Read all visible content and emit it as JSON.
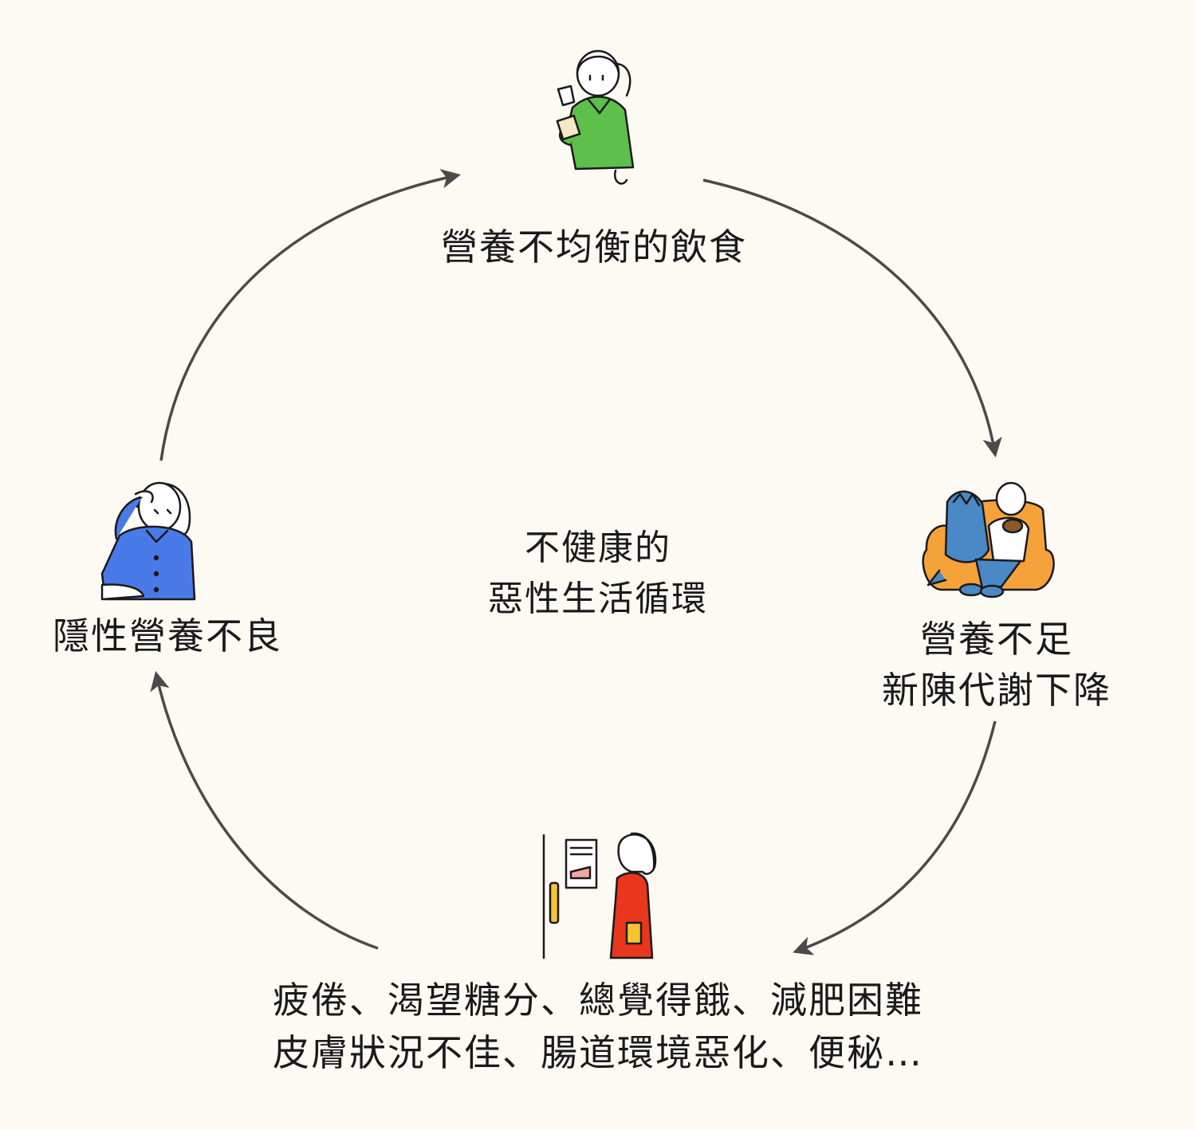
{
  "nodes": {
    "top": {
      "label": "營養不均衡的飲食",
      "figure_color": "#5cc04a"
    },
    "right": {
      "line1": "營養不足",
      "line2": "新陳代謝下降",
      "figure_color": "#3f86c8",
      "sofa_color": "#f5a23a"
    },
    "bottom": {
      "line1": "疲倦、渴望糖分、總覺得餓、減肥困難",
      "line2": "皮膚狀況不佳、腸道環境惡化、便秘…",
      "figure_color": "#e8371c"
    },
    "left": {
      "label": "隱性營養不良",
      "figure_color": "#4a7ae8"
    }
  },
  "center": {
    "line1": "不健康的",
    "line2": "惡性生活循環"
  },
  "colors": {
    "background": "#fcfaf3",
    "arrow": "#4a4a4a",
    "text": "#1a1a1a"
  }
}
